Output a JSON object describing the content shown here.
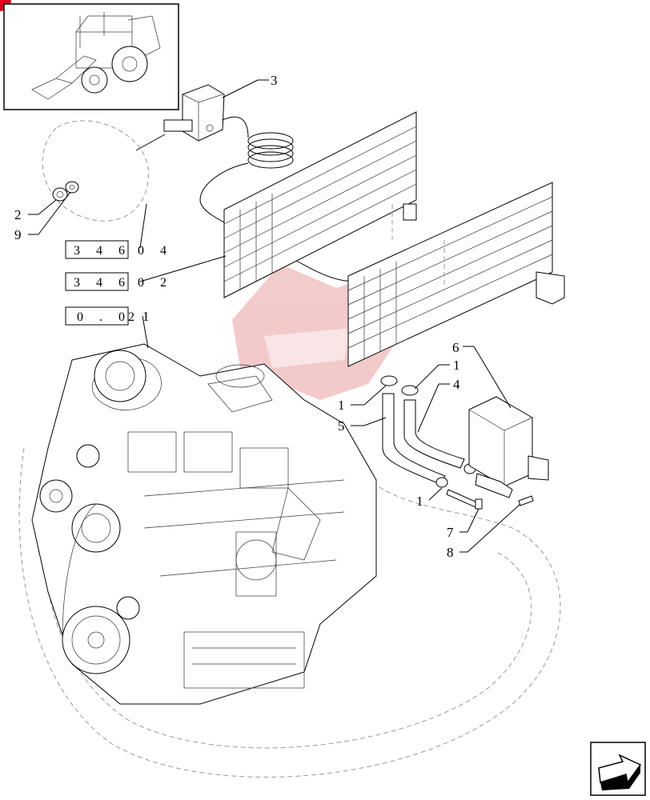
{
  "callouts": [
    {
      "id": "c3",
      "text": "3"
    },
    {
      "id": "c2",
      "text": "2"
    },
    {
      "id": "c9",
      "text": "9"
    },
    {
      "id": "c1a",
      "text": "1"
    },
    {
      "id": "c1b",
      "text": "1"
    },
    {
      "id": "c1c",
      "text": "1"
    },
    {
      "id": "c1d",
      "text": "1"
    },
    {
      "id": "c4",
      "text": "4"
    },
    {
      "id": "c5",
      "text": "5"
    },
    {
      "id": "c6",
      "text": "6"
    },
    {
      "id": "c7",
      "text": "7"
    },
    {
      "id": "c8",
      "text": "8"
    }
  ],
  "references": [
    {
      "id": "ref1",
      "boxed": "3 4 6",
      "suffix": "0 4"
    },
    {
      "id": "ref2",
      "boxed": "3 4 6",
      "suffix": "0 2"
    },
    {
      "id": "ref3",
      "boxed": "0 . 0",
      "suffix": "2"
    }
  ],
  "watermark": "EX",
  "colors": {
    "watermark_red": "#e8a0a0",
    "corner_red": "#e0001a"
  },
  "icons": [
    "tractor-thumbnail",
    "next-page-arrow-icon"
  ]
}
